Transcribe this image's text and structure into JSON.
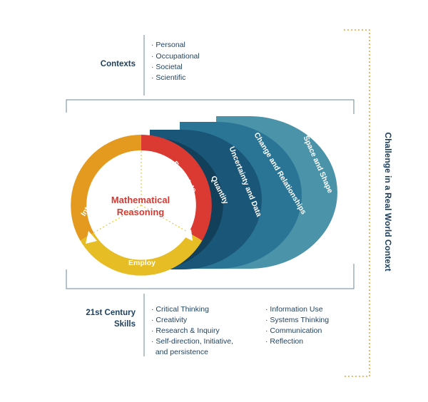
{
  "contexts": {
    "heading": "Contexts",
    "items": [
      "· Personal",
      "· Occupational",
      "· Societal",
      "· Scientific"
    ]
  },
  "content_bands": [
    {
      "label": "Space and Shape",
      "color": "#4a93a8"
    },
    {
      "label": "Change and Relationships",
      "color": "#2a7595"
    },
    {
      "label": "Uncertainty and Data",
      "color": "#1a5677"
    },
    {
      "label": "Quantity",
      "color": "#12405a"
    }
  ],
  "cycle": {
    "center_title_line1": "Mathematical",
    "center_title_line2": "Reasoning",
    "segments": {
      "interpret": {
        "label": "Interpret & Evaluate",
        "color": "#e39a1e"
      },
      "formulate": {
        "label": "Formulate",
        "color": "#da3a32"
      },
      "employ": {
        "label": "Employ",
        "color": "#e6bd24"
      }
    }
  },
  "skills": {
    "heading_line1": "21st Century",
    "heading_line2": "Skills",
    "column1": [
      "· Critical Thinking",
      "· Creativity",
      "· Research & Inquiry",
      "· Self-direction, Initiative,",
      "  and persistence"
    ],
    "column2": [
      "· Information Use",
      "· Systems Thinking",
      "· Communication",
      "· Reflection"
    ]
  },
  "side_label": "Challenge in a Real World Context",
  "colors": {
    "navy_text": "#1d3f5e",
    "title_red": "#d63a33",
    "frame_line": "#6c8797",
    "dotted_bracket": "#e6a33b"
  }
}
